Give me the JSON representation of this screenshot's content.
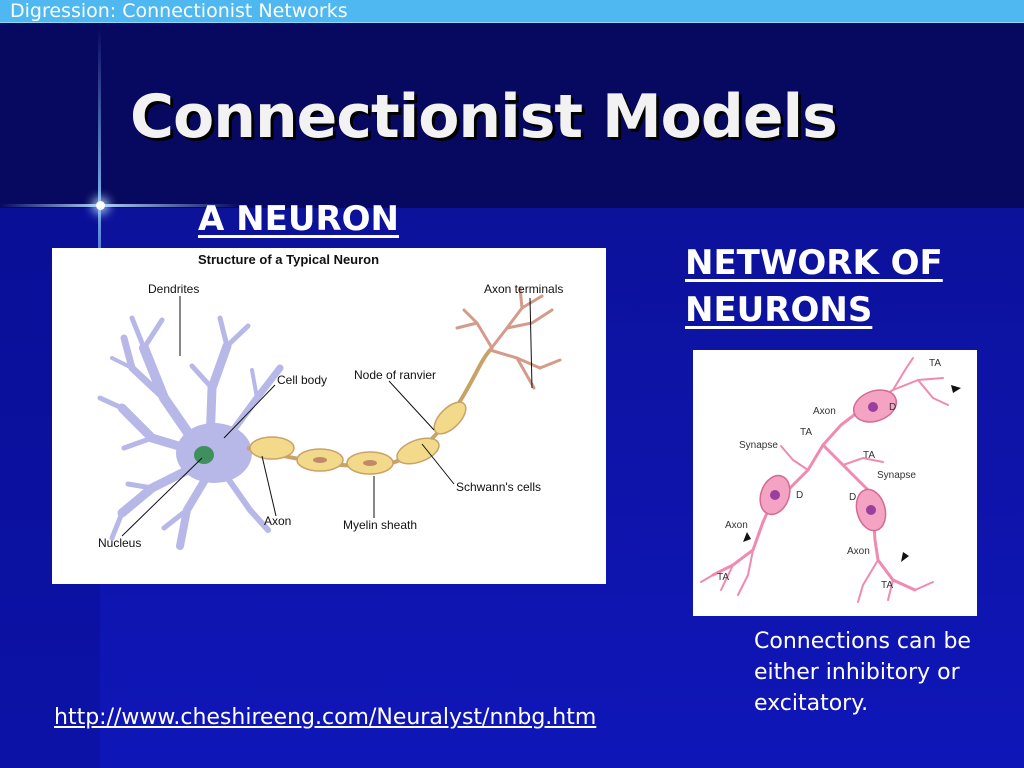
{
  "header": {
    "breadcrumb": "Digression: Connectionist Networks"
  },
  "slide": {
    "title": "Connectionist Models",
    "neuron_label": "A NEURON",
    "network_label_line1": "NETWORK OF",
    "network_label_line2": "NEURONS",
    "note": "Connections can be either inhibitory or excitatory.",
    "link": "http://www.cheshireeng.com/Neuralyst/nnbg.htm"
  },
  "neuron_figure": {
    "title": "Structure of a Typical Neuron",
    "labels": {
      "dendrites": "Dendrites",
      "axon_terminals": "Axon terminals",
      "cell_body": "Cell body",
      "node_of_ranvier": "Node of ranvier",
      "schwanns_cells": "Schwann's cells",
      "myelin_sheath": "Myelin sheath",
      "axon": "Axon",
      "nucleus": "Nucleus"
    }
  },
  "network_figure": {
    "labels": {
      "ta_top": "TA",
      "d_top": "D",
      "axon_top": "Axon",
      "ta_mid_left": "TA",
      "synapse_left": "Synapse",
      "ta_mid_right": "TA",
      "synapse_right": "Synapse",
      "d_left": "D",
      "d_right": "D",
      "axon_left": "Axon",
      "axon_bottom": "Axon",
      "ta_bottom_left": "TA",
      "ta_bottom_right": "TA"
    }
  },
  "colors": {
    "background": "#0e14a8",
    "title_band": "#07085f",
    "top_bar": "#4fb8f0",
    "neuron_body": "#b8b8e8",
    "myelin": "#f3d98a",
    "network_neuron": "#f4a3c3"
  }
}
